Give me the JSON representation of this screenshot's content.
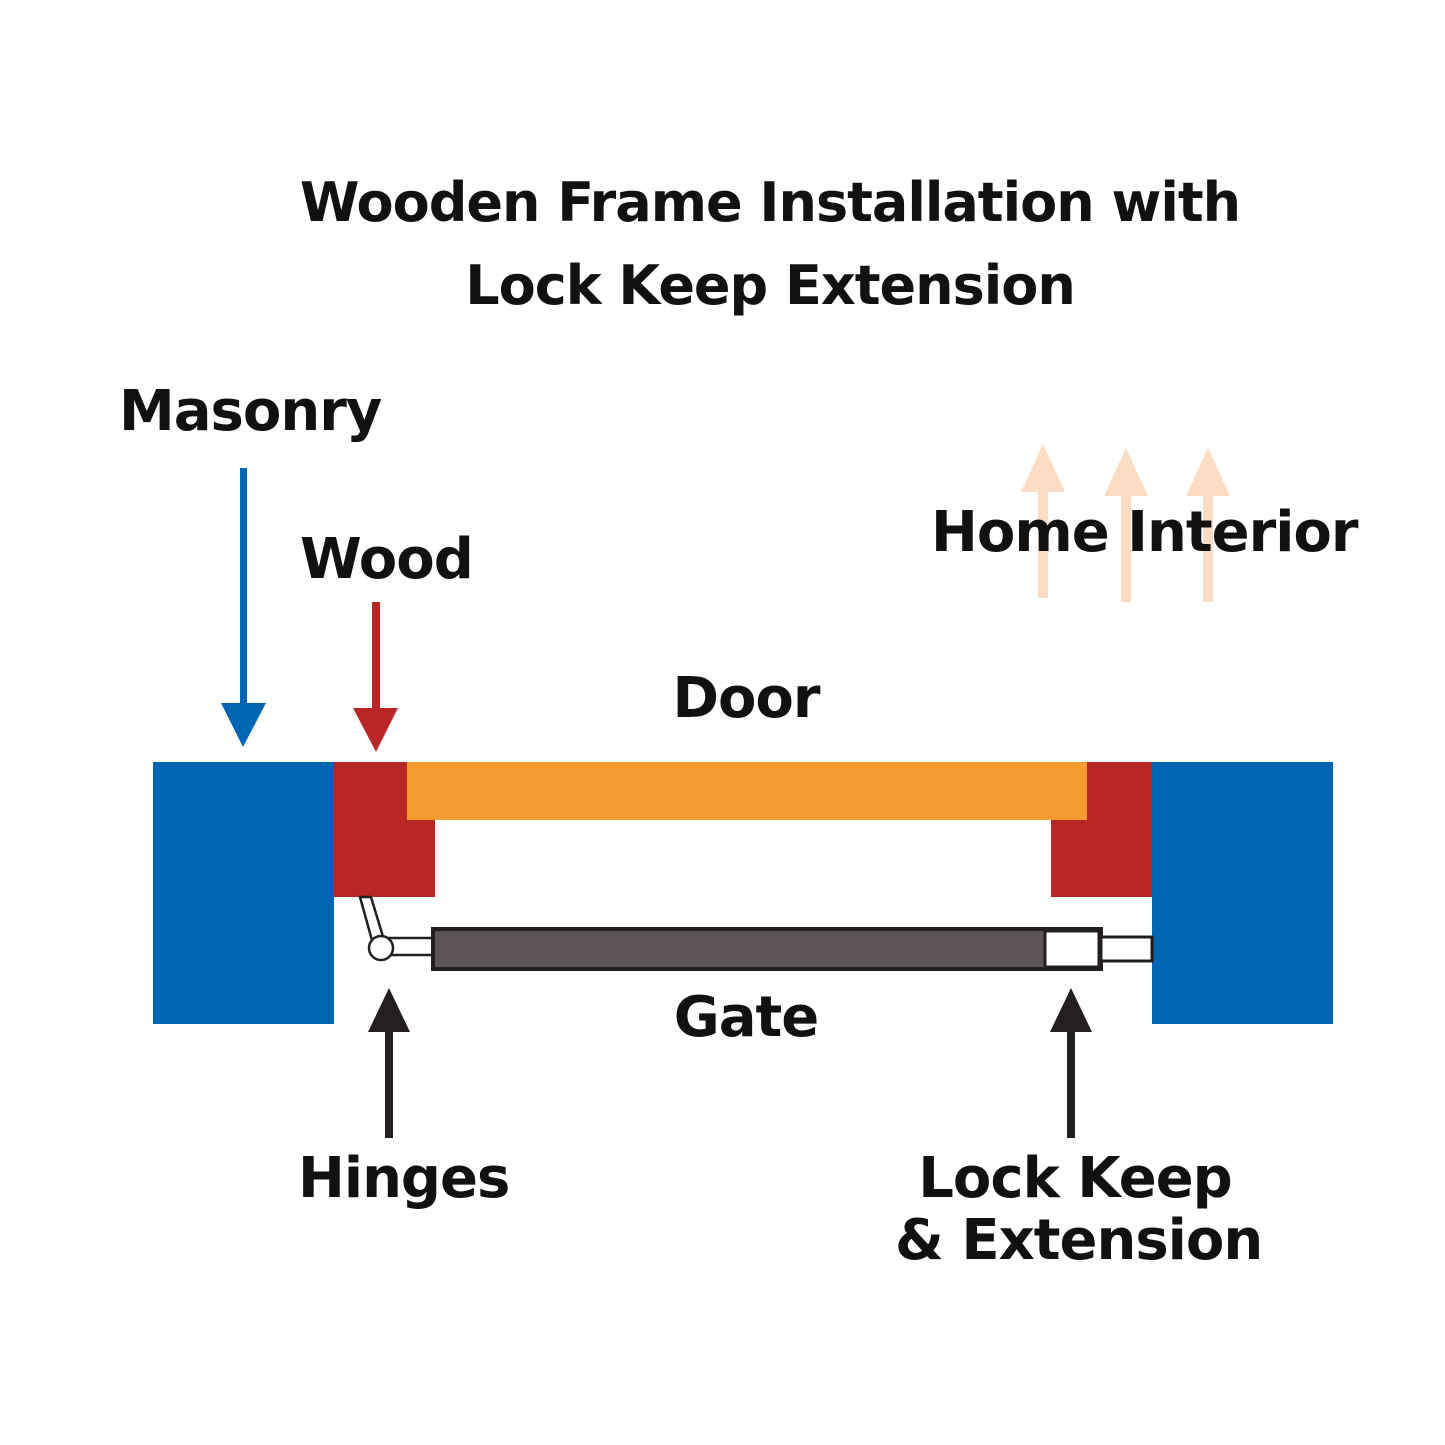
{
  "title": {
    "line1": "Wooden Frame Installation with",
    "line2": "Lock Keep Extension"
  },
  "labels": {
    "masonry": "Masonry",
    "wood": "Wood",
    "home_interior": "Home Interior",
    "door": "Door",
    "gate": "Gate",
    "hinges": "Hinges",
    "lock_keep_line1": "Lock Keep",
    "lock_keep_line2": "& Extension"
  },
  "colors": {
    "masonry": "#0066b3",
    "wood": "#b82626",
    "door": "#f59c31",
    "gate": "#5c5457",
    "interior_arrows": "#fcdcc3",
    "pointer_arrows": "#231f20"
  }
}
